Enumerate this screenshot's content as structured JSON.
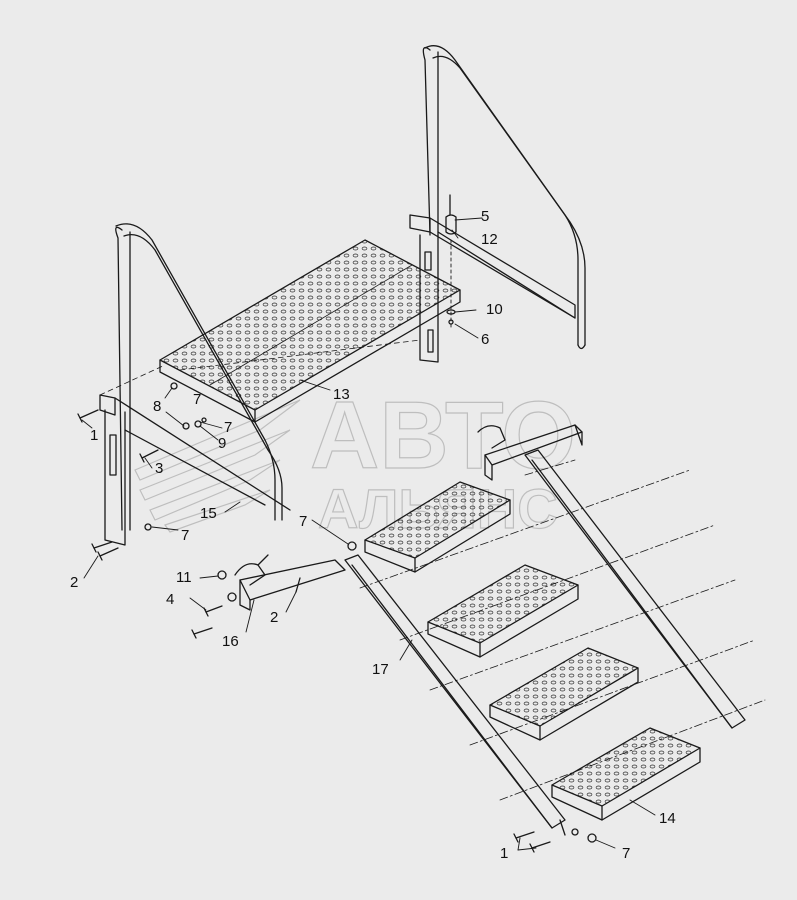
{
  "colors": {
    "background": "#ebebeb",
    "line": "#1a1a1a",
    "callout": "#111111",
    "watermark": "#9a9a9a"
  },
  "watermark": {
    "logo_text_1": "АВТО",
    "logo_text_2": "АЛЬЯНС",
    "icon": "wings-logo-icon"
  },
  "callouts": {
    "c1_top": "1",
    "c1_bottom": "1",
    "c2_left": "2",
    "c2_mid": "2",
    "c3": "3",
    "c4": "4",
    "c5": "5",
    "c6": "6",
    "c7_a": "7",
    "c7_b": "7",
    "c7_c": "7",
    "c7_d": "7",
    "c7_e": "7",
    "c8": "8",
    "c9": "9",
    "c10": "10",
    "c11": "11",
    "c12": "12",
    "c13": "13",
    "c14": "14",
    "c15": "15",
    "c16": "16",
    "c17": "17"
  }
}
